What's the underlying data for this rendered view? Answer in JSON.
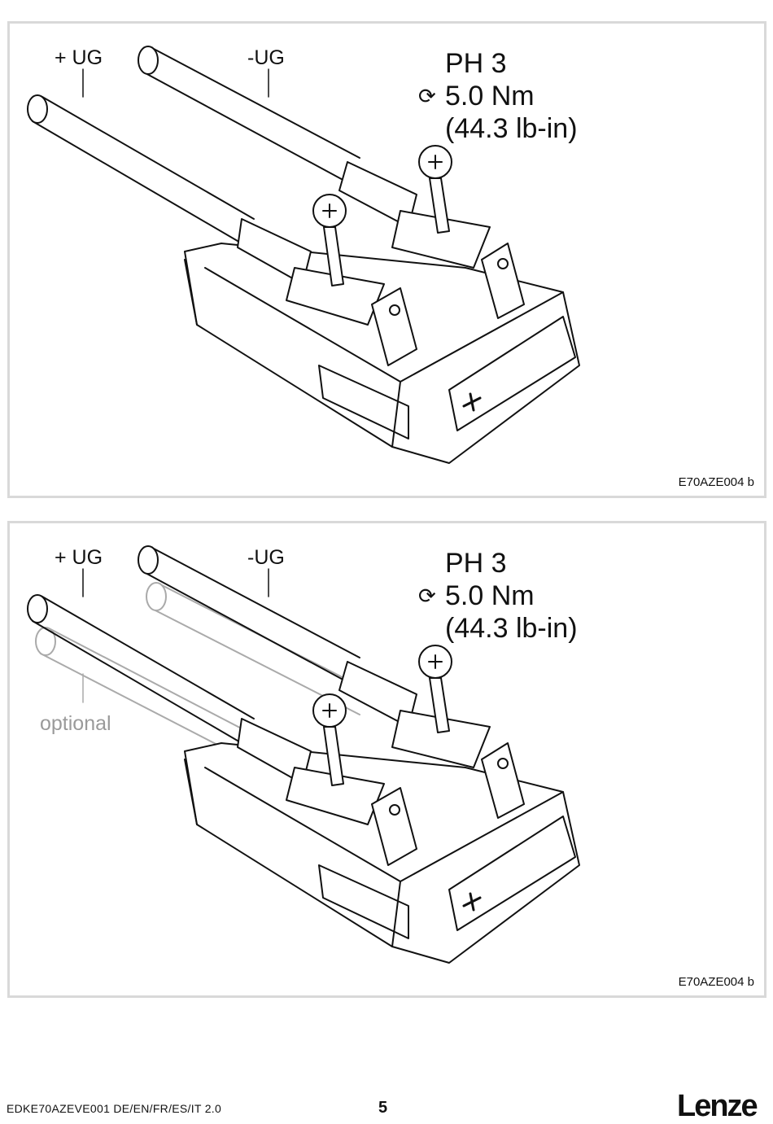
{
  "figures": [
    {
      "labels": {
        "plus_ug": "+ UG",
        "minus_ug": "-UG"
      },
      "spec": {
        "bit": "PH 3",
        "torque_nm": "5.0 Nm",
        "torque_lbin": "(44.3 lb-in)"
      },
      "code": "E70AZE004 b"
    },
    {
      "labels": {
        "plus_ug": "+ UG",
        "minus_ug": "-UG",
        "optional": "optional"
      },
      "spec": {
        "bit": "PH 3",
        "torque_nm": "5.0 Nm",
        "torque_lbin": "(44.3 lb-in)"
      },
      "code": "E70AZE004 b"
    }
  ],
  "footer": {
    "document": "EDKE70AZEVE001  DE/EN/FR/ES/IT  2.0",
    "page": "5",
    "logo": "Lenze"
  },
  "icons": {
    "torque": "rotation-arrow-icon"
  }
}
